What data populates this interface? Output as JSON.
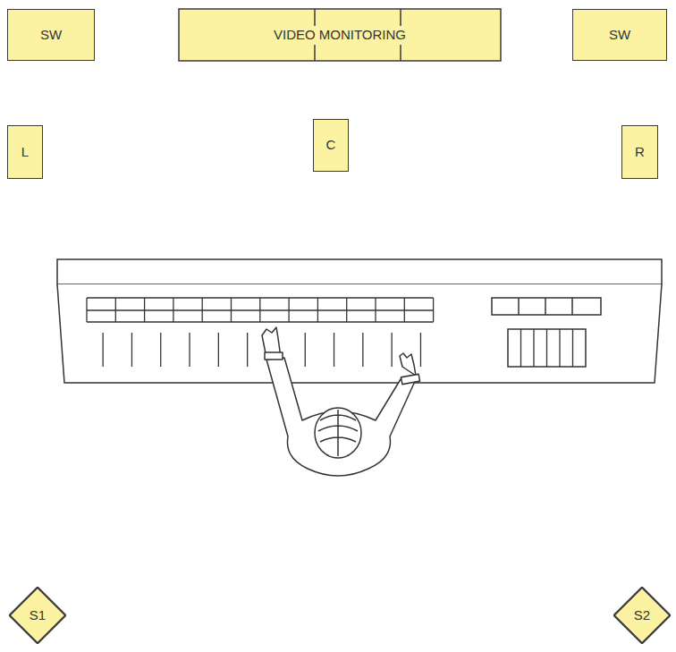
{
  "diagram": {
    "nodes": [
      {
        "text": [
          "SW"
        ]
      },
      {
        "text": [
          "VIDEO MONITORING"
        ]
      },
      {
        "text": [
          "SW"
        ]
      },
      {
        "text": [
          "L"
        ]
      },
      {
        "text": [
          "C"
        ]
      },
      {
        "text": [
          "R"
        ]
      },
      {
        "text": [
          "S1"
        ]
      },
      {
        "text": [
          "S2"
        ]
      }
    ]
  }
}
